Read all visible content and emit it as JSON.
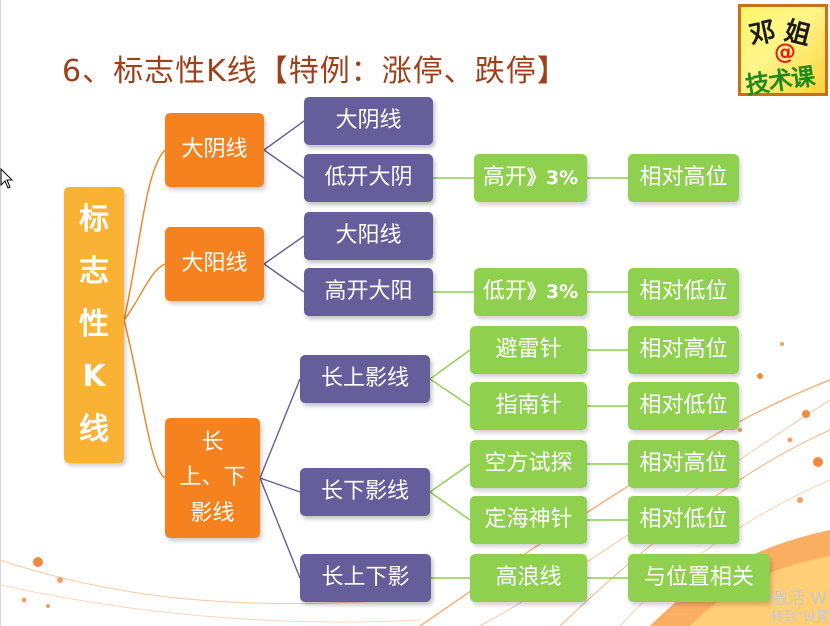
{
  "title": "6、标志性K线【特例：涨停、跌停】",
  "logo": {
    "line1_a": "邓",
    "line1_b": "姐",
    "at": "@",
    "line2": "技术课"
  },
  "root": {
    "chars": [
      "标",
      "志",
      "性",
      "K",
      "线"
    ]
  },
  "level1": {
    "big_yin": "大阴线",
    "big_yang": "大阳线",
    "long_shadow": [
      "长",
      "上、下",
      "影线"
    ]
  },
  "level2": {
    "big_yin_line": "大阴线",
    "low_open_big_yin": "低开大阴",
    "big_yang_line": "大阳线",
    "high_open_big_yang": "高开大阳",
    "long_upper_shadow": "长上影线",
    "long_lower_shadow": "长下影线",
    "long_upper_lower": "长上下影"
  },
  "level3": {
    "high_open_3": {
      "text": "高开",
      "pct": "》3%"
    },
    "low_open_3": {
      "text": "低开",
      "pct": "》3%"
    },
    "lightning_rod": "避雷针",
    "compass_needle": "指南针",
    "short_probe": "空方试探",
    "sea_needle": "定海神针",
    "high_wave": "高浪线"
  },
  "level4": {
    "rel_high_1": "相对高位",
    "rel_low_1": "相对低位",
    "rel_high_2": "相对高位",
    "rel_low_2": "相对低位",
    "rel_high_3": "相对高位",
    "rel_low_3": "相对低位",
    "position_related": "与位置相关"
  },
  "watermark": {
    "line1": "激活 W",
    "line2": "转到\"设置"
  },
  "colors": {
    "purple": "#655e9a",
    "orange": "#f5821f",
    "green": "#8fd14f",
    "gold": "#f9b233",
    "title": "#a0401a"
  }
}
